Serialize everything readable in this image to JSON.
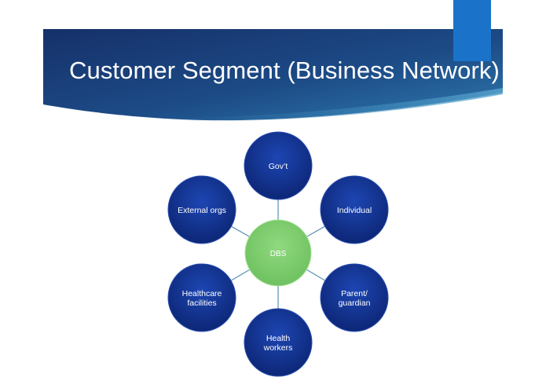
{
  "slide": {
    "title": "Customer Segment (Business Network)"
  },
  "colors": {
    "banner_dark": "#17306b",
    "banner_mid": "#1f4f8a",
    "banner_light": "#3a86b5",
    "accent_tab": "#1a73c9",
    "node_fill": "#0f2e8c",
    "center_fill": "#7dce6e",
    "connector": "#5b8fb0"
  },
  "diagram": {
    "center": {
      "label": "DBS"
    },
    "nodes": [
      {
        "id": "govt",
        "lines": [
          "Gov’t"
        ]
      },
      {
        "id": "individual",
        "lines": [
          "Individual"
        ]
      },
      {
        "id": "parent-guardian",
        "lines": [
          "Parent/",
          "guardian"
        ]
      },
      {
        "id": "health-workers",
        "lines": [
          "Health",
          "workers"
        ]
      },
      {
        "id": "healthcare-facilities",
        "lines": [
          "Healthcare",
          "facilities"
        ]
      },
      {
        "id": "external-orgs",
        "lines": [
          "External orgs"
        ]
      }
    ]
  }
}
